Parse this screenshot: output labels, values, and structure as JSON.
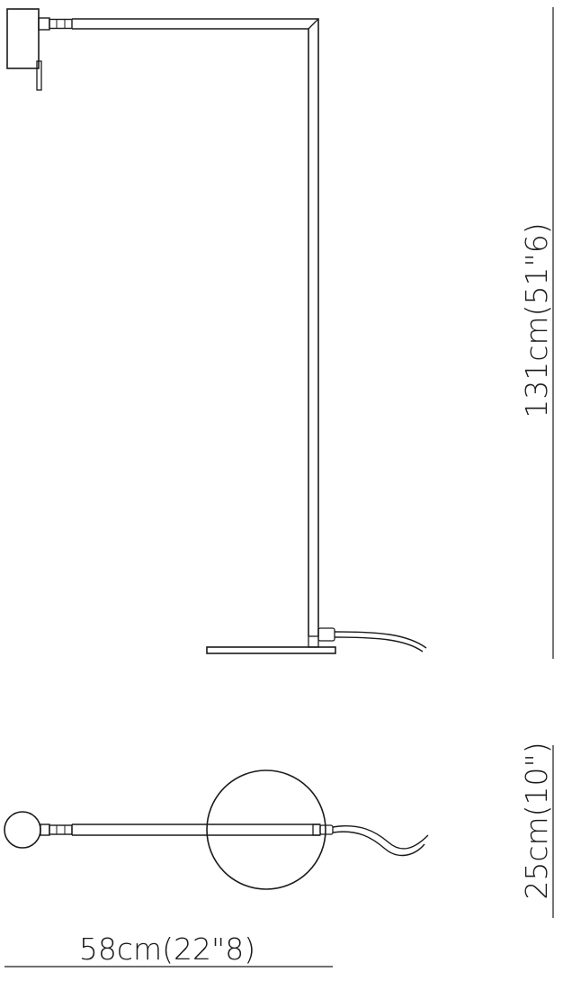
{
  "dimensions": {
    "height": "131cm(51\"6)",
    "depth": "25cm(10\")",
    "width": "58cm(22\"8)"
  },
  "colors": {
    "line": "#1a1a1a",
    "background": "#ffffff"
  }
}
